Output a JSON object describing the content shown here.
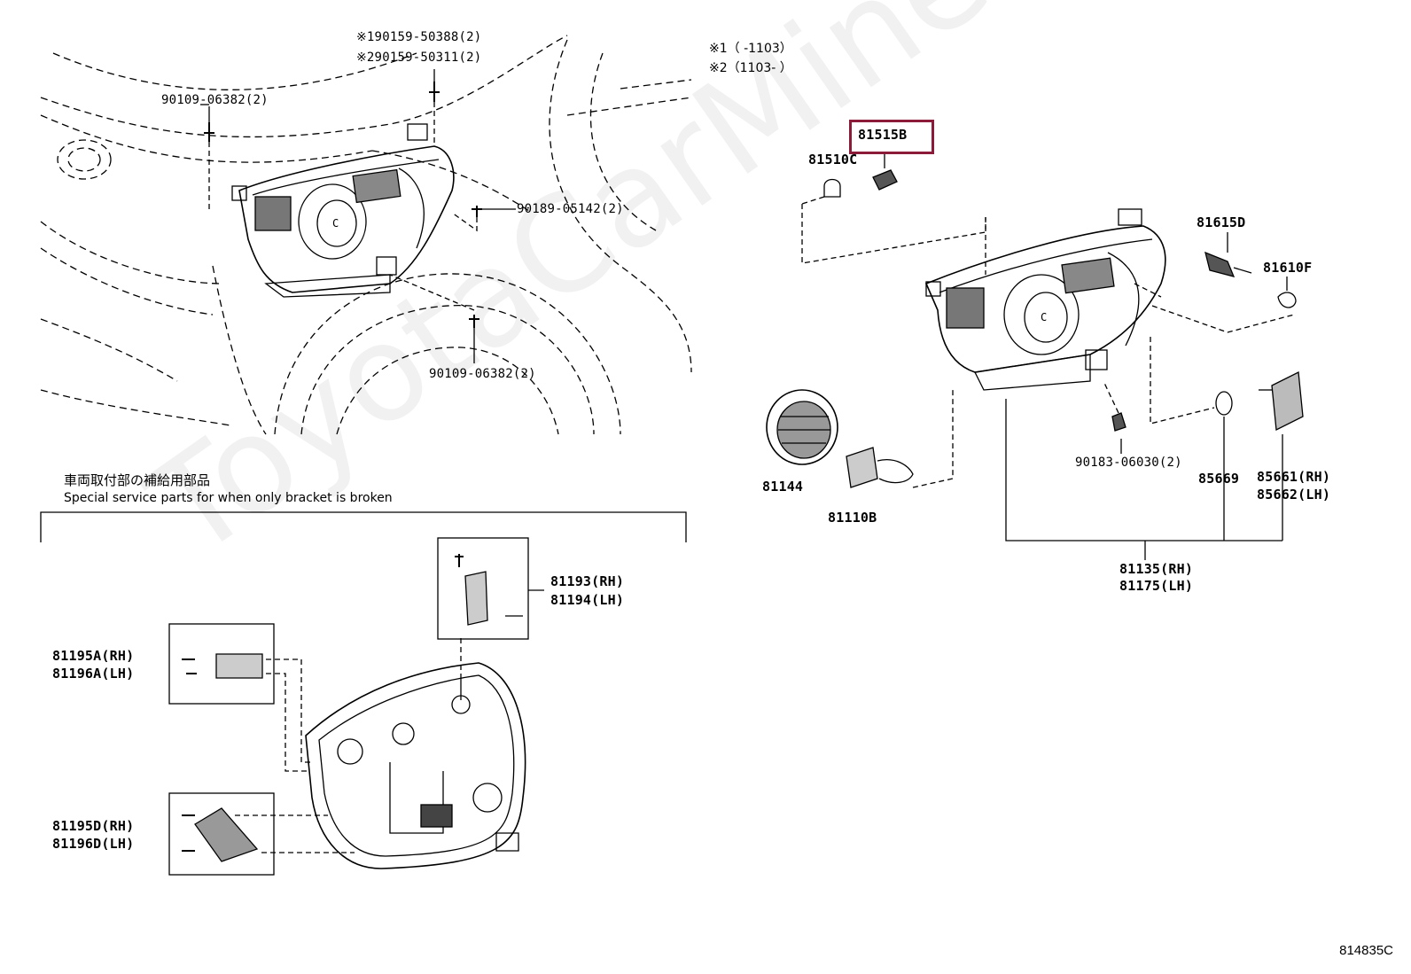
{
  "notes": {
    "n1": "※1（ -1103）",
    "n2": "※2（1103- ）"
  },
  "labels": {
    "p90159": "※190159-50388(2)",
    "p90159b": "※290159-50311(2)",
    "p90109a": "90109-06382(2)",
    "p90189": "90189-05142(2)",
    "p90109b": "90109-06382(2)",
    "p81515B": "81515B",
    "p81510C": "81510C",
    "p81615D": "81615D",
    "p81610F": "81610F",
    "p90183": "90183-06030(2)",
    "p85669": "85669",
    "p85661": "85661(RH)",
    "p85662": "85662(LH)",
    "p81144": "81144",
    "p81110B": "81110B",
    "p81135": "81135(RH)",
    "p81175": "81175(LH)",
    "p81193": "81193(RH)",
    "p81194": "81194(LH)",
    "p81195A": "81195A(RH)",
    "p81196A": "81196A(LH)",
    "p81195D": "81195D(RH)",
    "p81196D": "81196D(LH)"
  },
  "service": {
    "jp": "車両取付部の補給用部品",
    "en": "Special service parts for when only bracket is broken"
  },
  "watermark": "ToyotaCarMine.ru",
  "ref_code": "814835C",
  "highlight_color": "#8c1b3a"
}
